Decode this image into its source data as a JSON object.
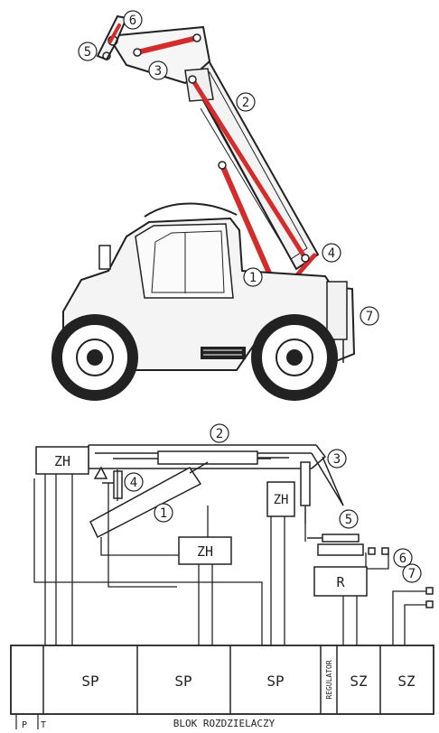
{
  "colors": {
    "line": "#222222",
    "actuator": "#d42b2b",
    "background": "#ffffff"
  },
  "machine_callouts": [
    "1",
    "2",
    "3",
    "4",
    "5",
    "6",
    "7"
  ],
  "schematic_callouts": [
    "1",
    "2",
    "3",
    "4",
    "5",
    "6",
    "7"
  ],
  "components": {
    "zh": "ZH",
    "regulator_box": "R"
  },
  "valve_block": {
    "sections": [
      "SP",
      "SP",
      "SP",
      "REGULATOR",
      "SZ",
      "SZ"
    ],
    "caption": "BLOK ROZDZIELACZY",
    "ports": [
      "P",
      "T"
    ]
  }
}
